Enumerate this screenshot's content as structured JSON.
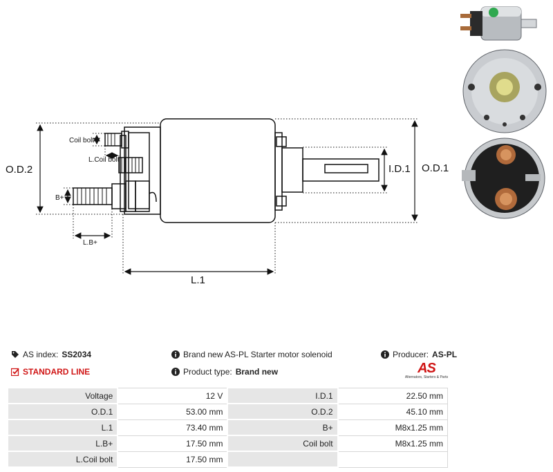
{
  "diagram_labels": {
    "od2": "O.D.2",
    "od1": "O.D.1",
    "id1": "I.D.1",
    "l1": "L.1",
    "bplus": "B+",
    "lbplus": "L.B+",
    "coil_bolt": "Coil bolt",
    "lcoil_bolt": "L.Coil bolt"
  },
  "info": {
    "as_index_label": "AS index:",
    "as_index_value": "SS2034",
    "standard_line": "STANDARD LINE",
    "description": "Brand new AS-PL Starter motor solenoid",
    "product_type_label": "Product type:",
    "product_type_value": "Brand new",
    "producer_label": "Producer:",
    "producer_value": "AS-PL"
  },
  "logo": {
    "text": "AS",
    "tagline": "Alternators, Starters & Parts",
    "color": "#d01616"
  },
  "spec_rows": [
    {
      "k1": "Voltage",
      "v1": "12 V",
      "k2": "I.D.1",
      "v2": "22.50 mm"
    },
    {
      "k1": "O.D.1",
      "v1": "53.00 mm",
      "k2": "O.D.2",
      "v2": "45.10 mm"
    },
    {
      "k1": "L.1",
      "v1": "73.40 mm",
      "k2": "B+",
      "v2": "M8x1.25 mm"
    },
    {
      "k1": "L.B+",
      "v1": "17.50 mm",
      "k2": "Coil bolt",
      "v2": "M8x1.25 mm"
    },
    {
      "k1": "L.Coil bolt",
      "v1": "17.50 mm",
      "k2": "",
      "v2": ""
    }
  ]
}
